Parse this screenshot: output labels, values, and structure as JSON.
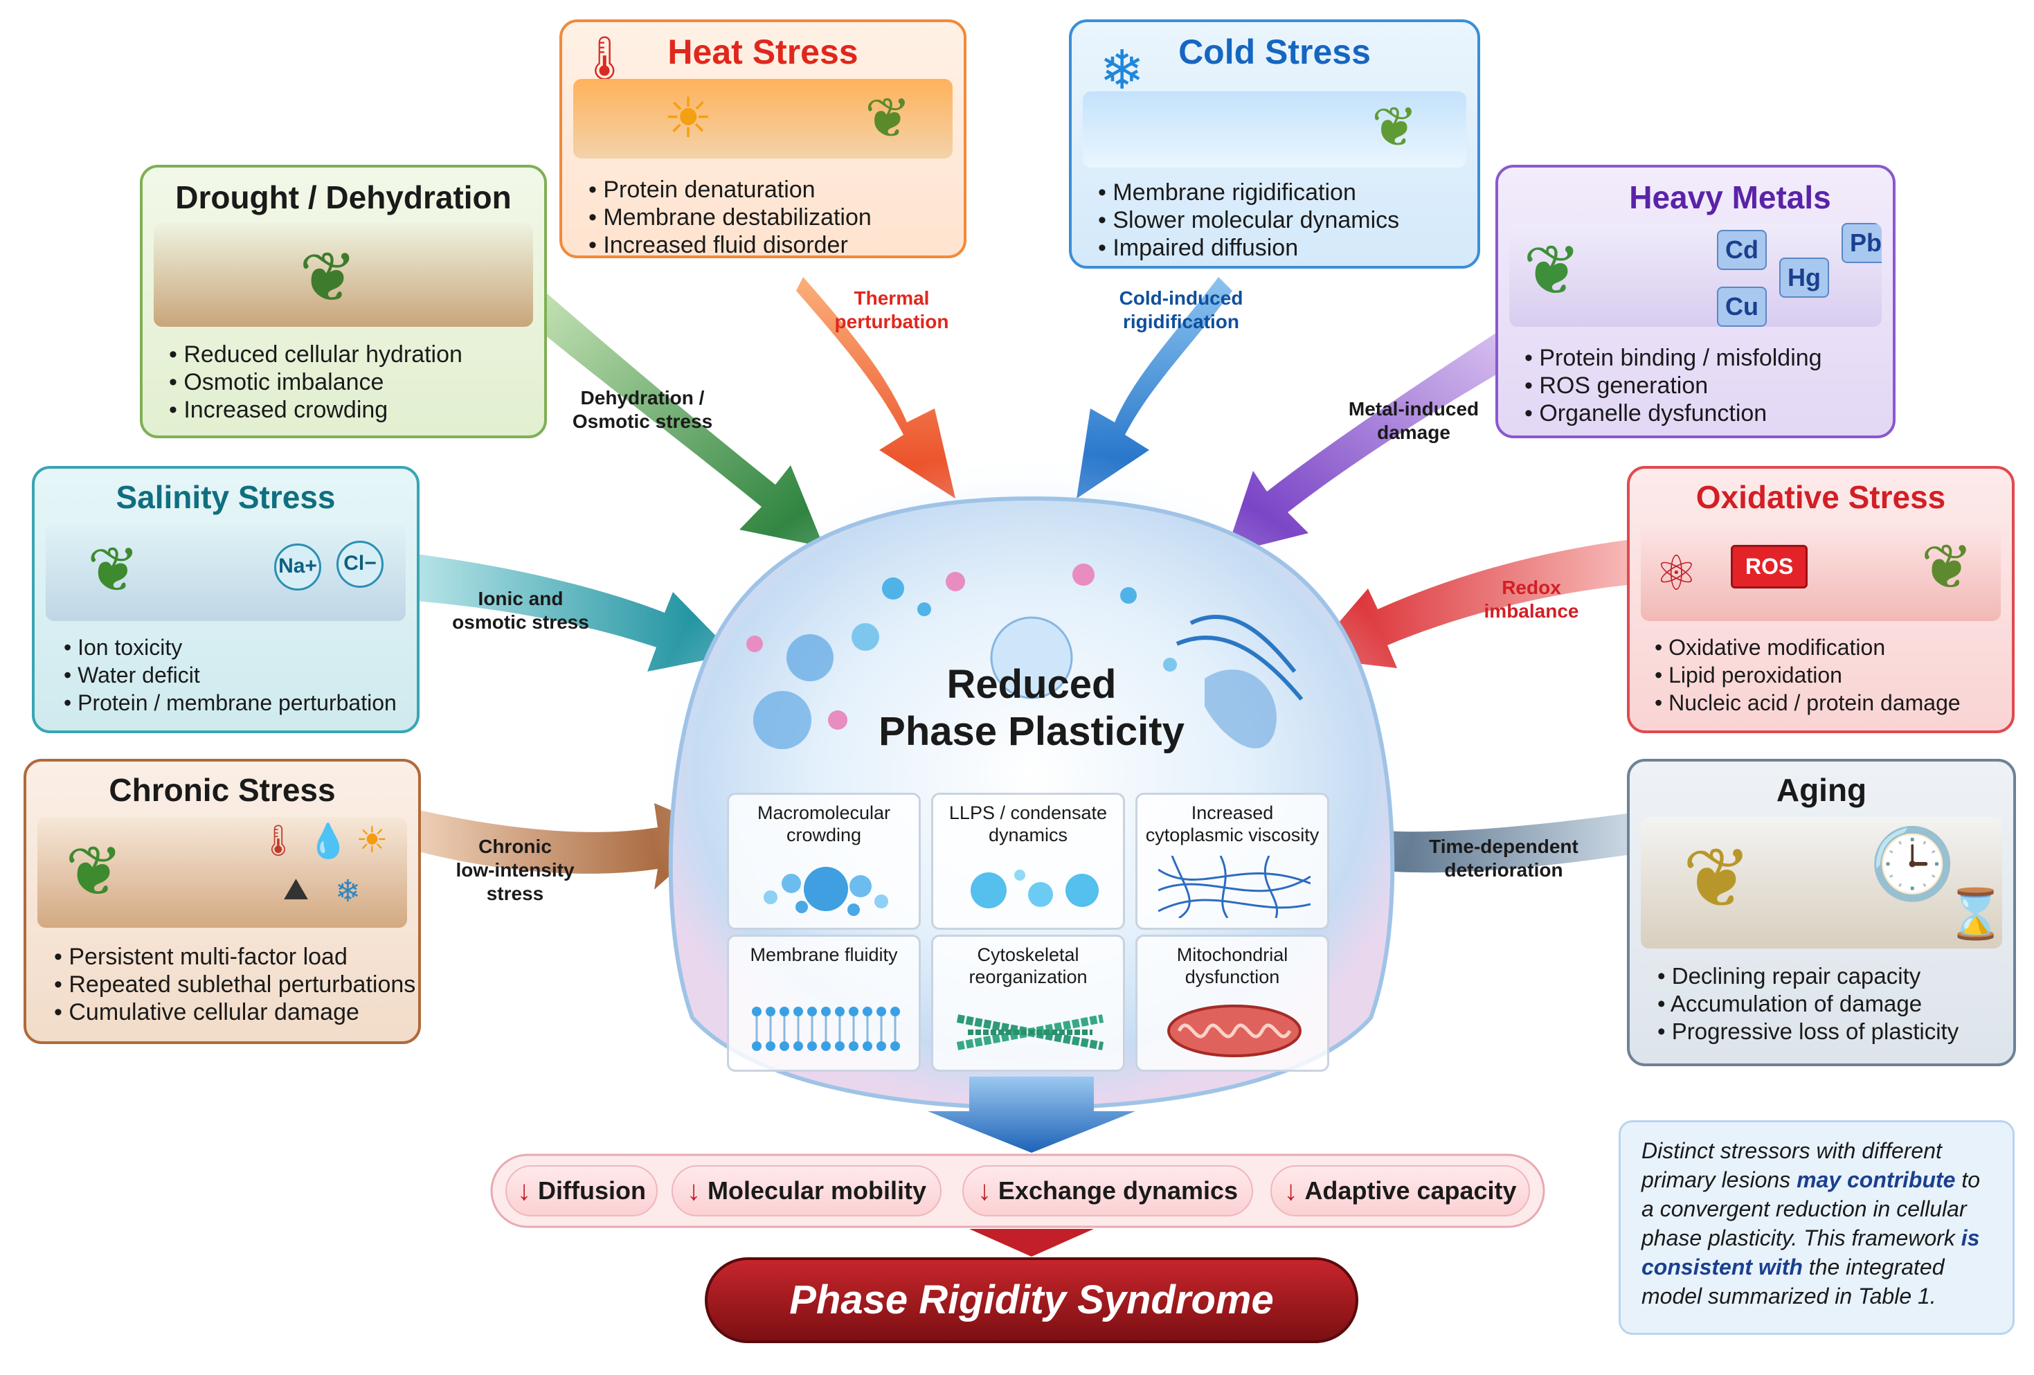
{
  "center": {
    "title_line1": "Reduced",
    "title_line2": "Phase Plasticity"
  },
  "stressors": {
    "heat": {
      "title": "Heat Stress",
      "bullets": [
        "Protein denaturation",
        "Membrane destabilization",
        "Increased fluid disorder"
      ],
      "arrow_label": [
        "Thermal",
        "perturbation"
      ],
      "color": "#f26a21"
    },
    "cold": {
      "title": "Cold Stress",
      "bullets": [
        "Membrane rigidification",
        "Slower molecular dynamics",
        "Impaired diffusion"
      ],
      "arrow_label": [
        "Cold-induced",
        "rigidification"
      ],
      "color": "#1e7fd6"
    },
    "drought": {
      "title": "Drought / Dehydration",
      "bullets": [
        "Reduced cellular hydration",
        "Osmotic imbalance",
        "Increased crowding"
      ],
      "arrow_label": [
        "Dehydration /",
        "Osmotic stress"
      ],
      "color": "#2e8b3d"
    },
    "metals": {
      "title": "Heavy Metals",
      "bullets": [
        "Protein binding / misfolding",
        "ROS generation",
        "Organelle dysfunction"
      ],
      "arrow_label": [
        "Metal-induced",
        "damage"
      ],
      "color": "#7b3fc9",
      "elements": [
        "Cd",
        "Pb",
        "Hg",
        "Cu"
      ]
    },
    "salinity": {
      "title": "Salinity Stress",
      "bullets": [
        "Ion toxicity",
        "Water deficit",
        "Protein / membrane perturbation"
      ],
      "arrow_label": [
        "Ionic and",
        "osmotic stress"
      ],
      "color": "#1a98a5",
      "ions": [
        "Na+",
        "Cl−"
      ]
    },
    "oxidative": {
      "title": "Oxidative Stress",
      "bullets": [
        "Oxidative modification",
        "Lipid peroxidation",
        "Nucleic acid / protein damage"
      ],
      "arrow_label": [
        "Redox",
        "imbalance"
      ],
      "color": "#e02a2f",
      "badge": "ROS"
    },
    "chronic": {
      "title": "Chronic Stress",
      "bullets": [
        "Persistent multi-factor load",
        "Repeated sublethal perturbations",
        "Cumulative cellular damage"
      ],
      "arrow_label": [
        "Chronic",
        "low-intensity",
        "stress"
      ],
      "color": "#a85a2a"
    },
    "aging": {
      "title": "Aging",
      "bullets": [
        "Declining repair capacity",
        "Accumulation of damage",
        "Progressive loss of plasticity"
      ],
      "arrow_label": [
        "Time-dependent",
        "deterioration"
      ],
      "color": "#4a6680"
    }
  },
  "mechanisms": [
    {
      "label": "Macromolecular\ncrowding",
      "icon": "crowding-icon"
    },
    {
      "label": "LLPS / condensate\ndynamics",
      "icon": "droplets-icon"
    },
    {
      "label": "Increased\ncytoplasmic viscosity",
      "icon": "mesh-icon"
    },
    {
      "label": "Membrane fluidity",
      "icon": "bilayer-icon"
    },
    {
      "label": "Cytoskeletal\nreorganization",
      "icon": "filaments-icon"
    },
    {
      "label": "Mitochondrial\ndysfunction",
      "icon": "mitochondrion-icon"
    }
  ],
  "outcomes": [
    {
      "label": "Diffusion"
    },
    {
      "label": "Molecular mobility"
    },
    {
      "label": "Exchange dynamics"
    },
    {
      "label": "Adaptive capacity"
    }
  ],
  "syndrome": "Phase Rigidity Syndrome",
  "note": {
    "p1": "Distinct stressors with different primary lesions ",
    "b1": "may contribute",
    "p2": " to a convergent reduction in cellular phase plasticity. This framework ",
    "b2": "is consistent with",
    "p3": " the integrated model summarized in Table 1."
  },
  "colors": {
    "syndrome_dark": "#7a0f12",
    "syndrome_light": "#c8262c",
    "outcome_arrow": "#c21f28",
    "center_arrow": "#2f7ccf"
  }
}
